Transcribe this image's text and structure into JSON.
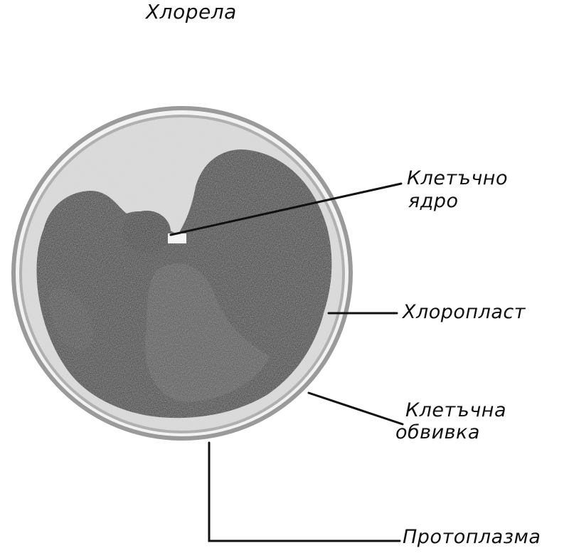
{
  "title": "Хлорела",
  "labels": {
    "nucleus_line1": "Клетъчно",
    "nucleus_line2": "ядро",
    "chloroplast": "Хлоропласт",
    "cell_wall_line1": "Клетъчна",
    "cell_wall_line2": "обвивка",
    "protoplasm": "Протоплазма"
  },
  "colors": {
    "background": "#ffffff",
    "cell_wall": "#8a8a8a",
    "protoplasm": "#dcdcdc",
    "chloroplast": "#2a2a2a",
    "lines": "#111111"
  }
}
